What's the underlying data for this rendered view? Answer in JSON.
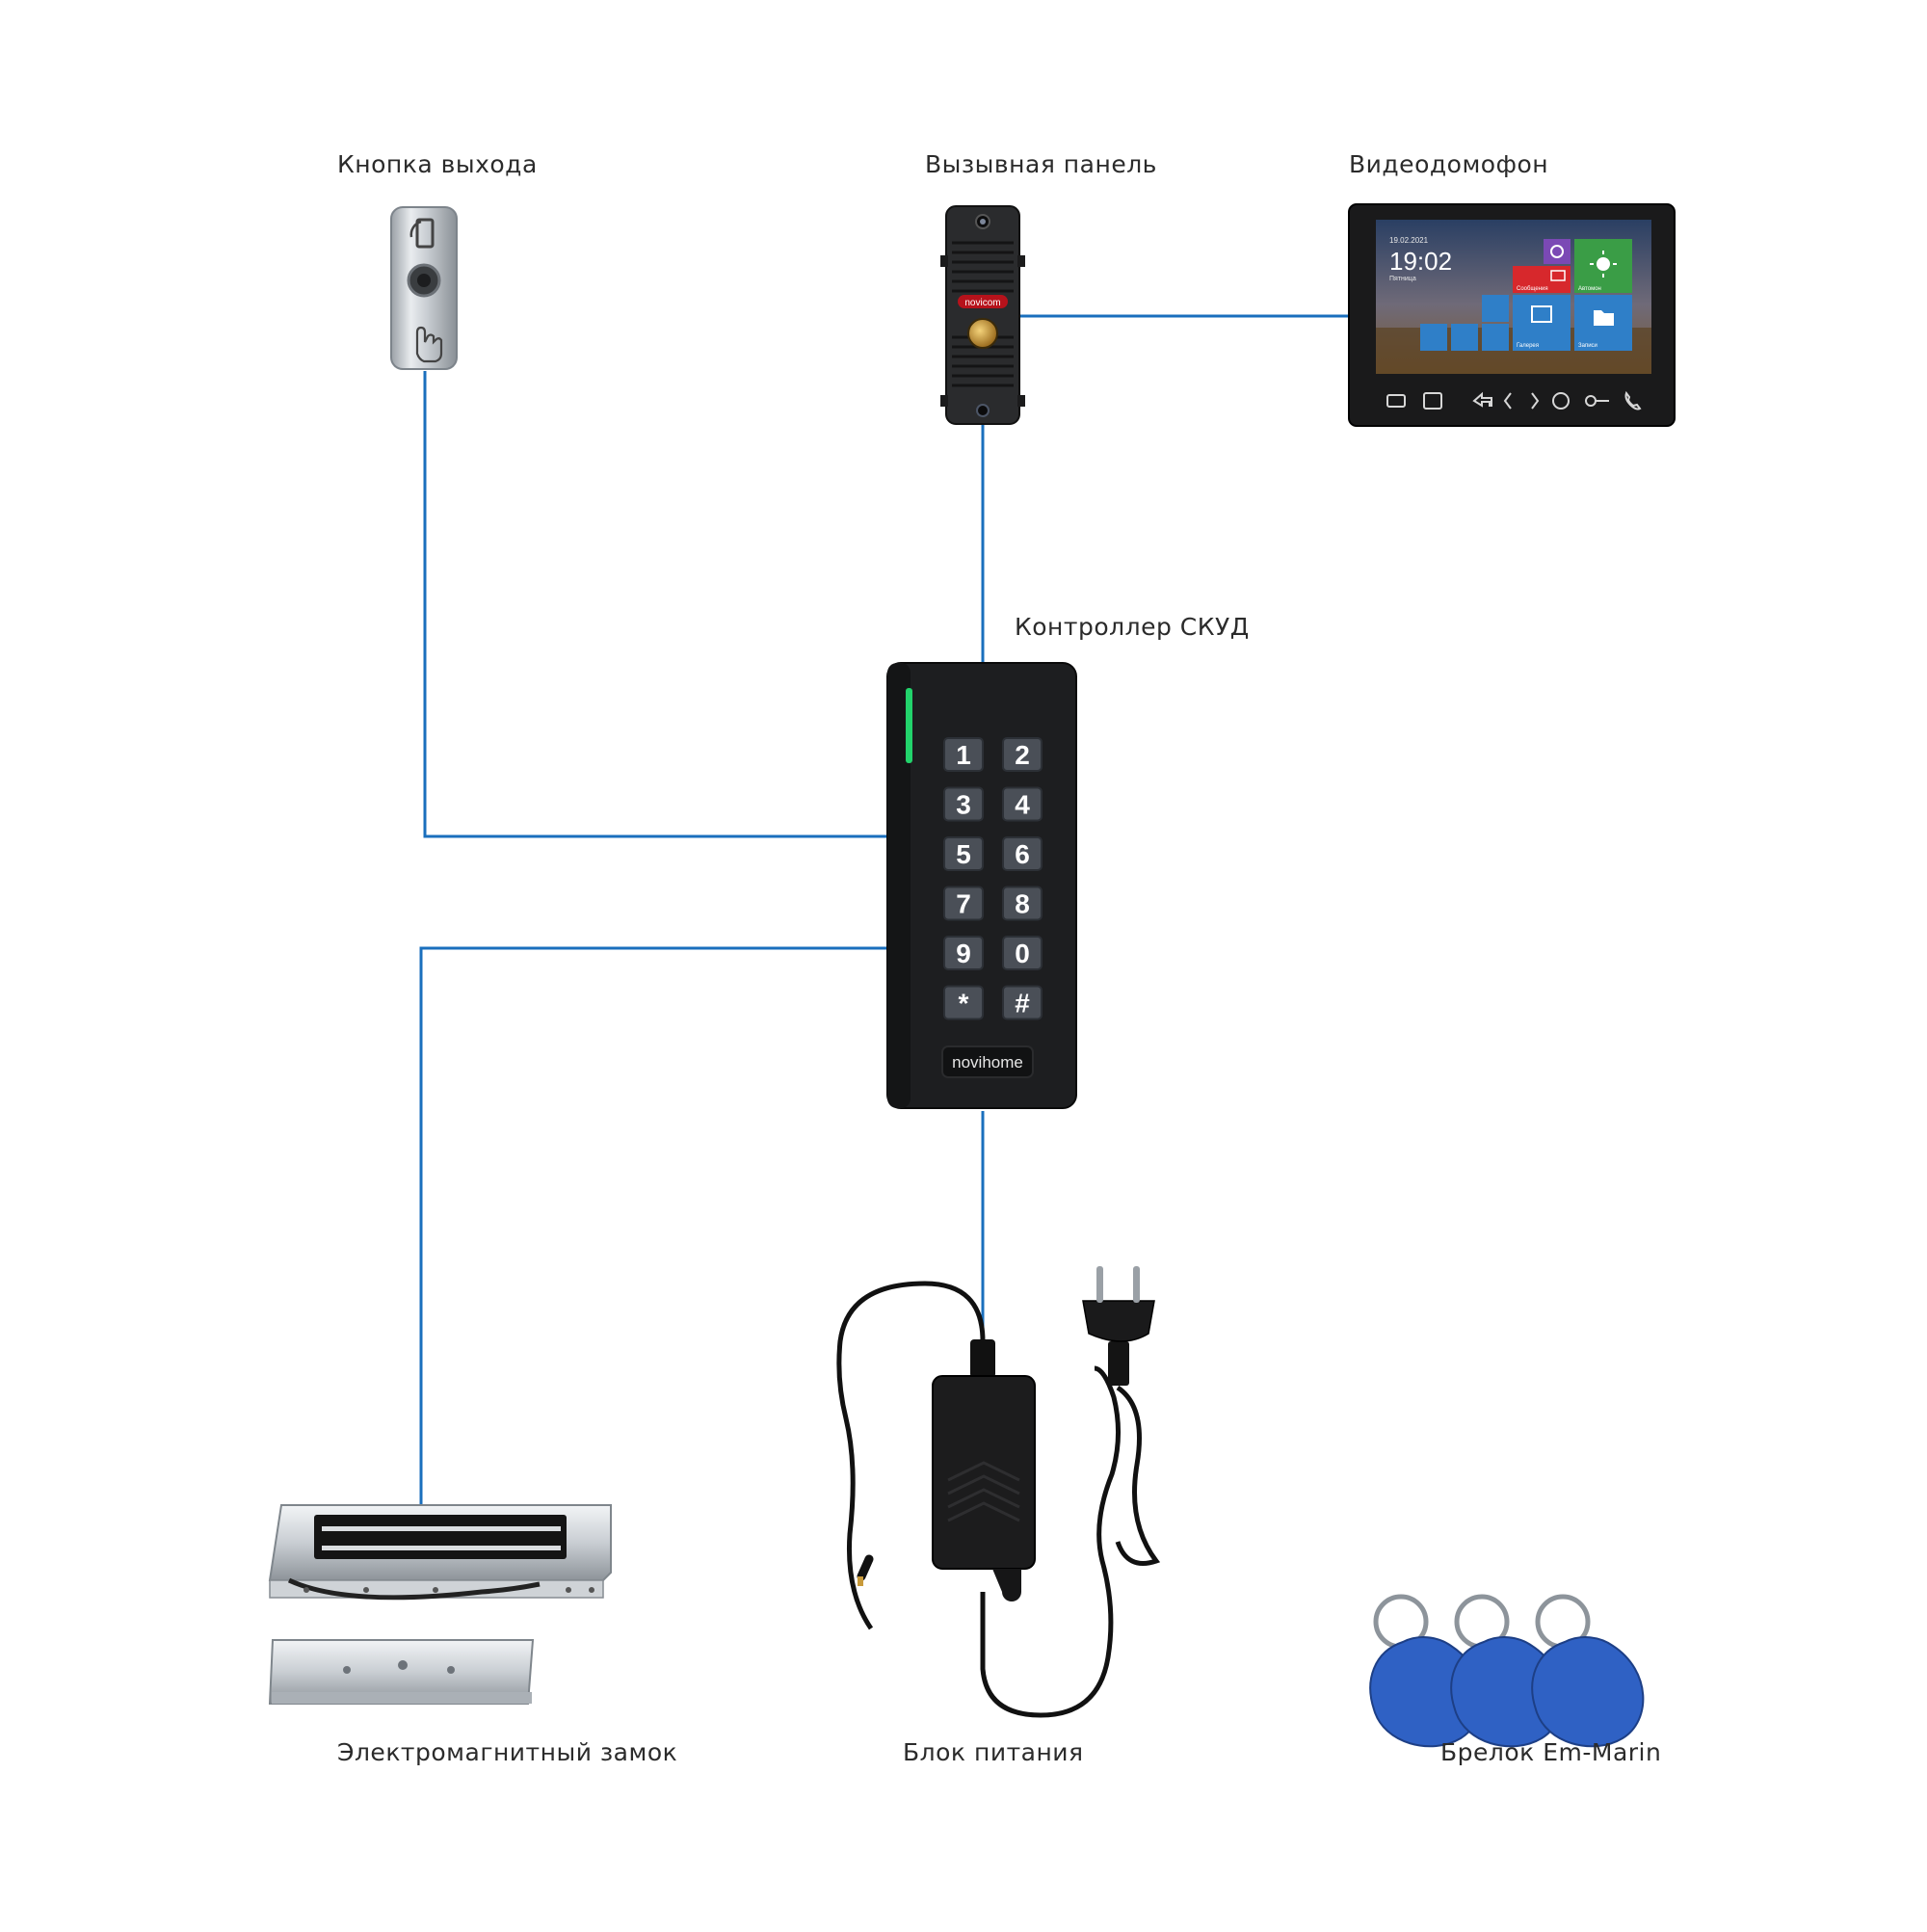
{
  "labels": {
    "exit_button": "Кнопка выхода",
    "call_panel": "Вызывная панель",
    "video_intercom": "Видеодомофон",
    "controller": "Контроллер СКУД",
    "em_lock": "Электромагнитный замок",
    "power_supply": "Блок питания",
    "fob": "Брелок Em-Marin"
  },
  "call_panel_brand": "novicom",
  "controller_brand": "novihome",
  "keypad_keys": [
    "1",
    "2",
    "3",
    "4",
    "5",
    "6",
    "7",
    "8",
    "9",
    "0",
    "*",
    "#"
  ],
  "monitor_screen": {
    "date": "19.02.2021",
    "time": "19:02",
    "day": "Пятница",
    "tiles": [
      "Сообщения",
      "Автомон",
      "Галерея",
      "Записи"
    ]
  },
  "colors": {
    "wire": "#1a6fbd",
    "device_dark": "#1c1c1e",
    "fob_blue": "#2f61c4",
    "led_green": "#22d36b"
  }
}
